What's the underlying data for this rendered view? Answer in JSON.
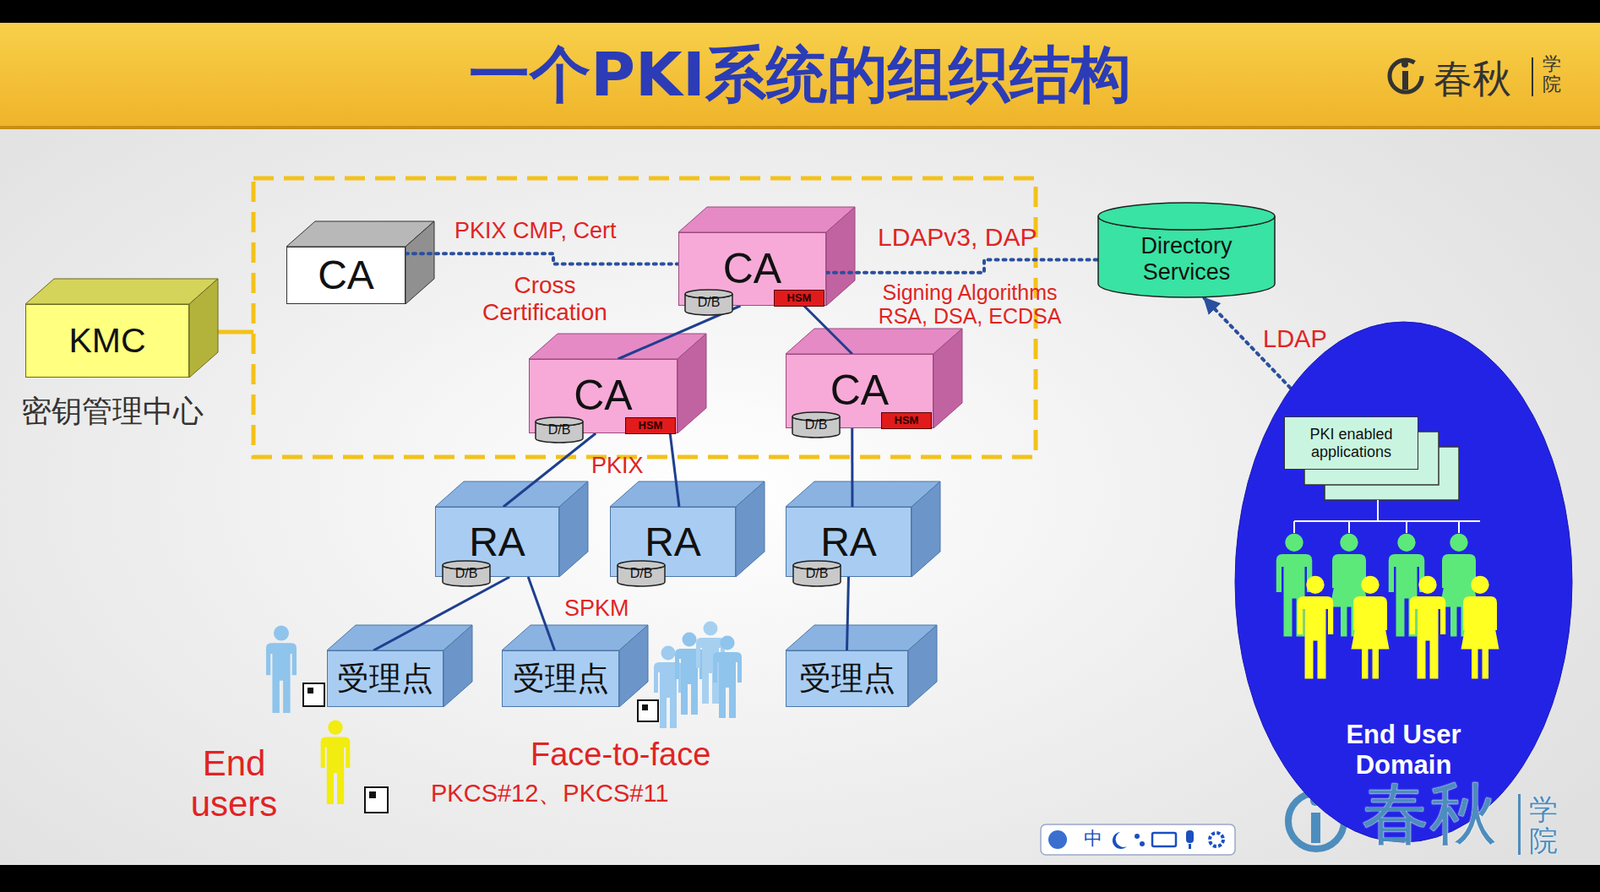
{
  "diagram": {
    "title": "一个PKI系统的组织结构",
    "nodes": [
      {
        "text": [
          "KMC",
          "密钥管理中心"
        ]
      },
      {
        "text": [
          "CA"
        ]
      },
      {
        "text": [
          "CA"
        ]
      },
      {
        "text": [
          "D/B"
        ],
        "in": 2
      },
      {
        "text": [
          "HSM"
        ],
        "in": 2
      },
      {
        "text": [
          "Directory Services"
        ]
      },
      {
        "text": [
          "CA"
        ]
      },
      {
        "text": [
          "D/B"
        ],
        "in": 6
      },
      {
        "text": [
          "HSM"
        ],
        "in": 6
      },
      {
        "text": [
          "CA"
        ]
      },
      {
        "text": [
          "D/B"
        ],
        "in": 9
      },
      {
        "text": [
          "HSM"
        ],
        "in": 9
      },
      {
        "text": [
          "RA"
        ]
      },
      {
        "text": [
          "D/B"
        ],
        "in": 12
      },
      {
        "text": [
          "RA"
        ]
      },
      {
        "text": [
          "D/B"
        ],
        "in": 14
      },
      {
        "text": [
          "RA"
        ]
      },
      {
        "text": [
          "D/B"
        ],
        "in": 16
      },
      {
        "text": [
          "受理点"
        ]
      },
      {
        "text": [
          "受理点"
        ]
      },
      {
        "text": [
          "受理点"
        ]
      },
      {
        "text": [
          "End User Domain"
        ]
      },
      {
        "text": [
          "PKI enabled applications"
        ],
        "in": 21
      }
    ],
    "edges": [
      {
        "from": 1,
        "to": 2,
        "label": "PKIX CMP, Cert",
        "arrow": "none"
      },
      {
        "from": 2,
        "to": 5,
        "label": "LDAPv3, DAP",
        "arrow": "none"
      },
      {
        "from": 5,
        "to": 22,
        "label": "LDAP",
        "arrow": "both"
      },
      {
        "from": 2,
        "to": 6,
        "arrow": "none"
      },
      {
        "from": 2,
        "to": 9,
        "arrow": "none"
      },
      {
        "from": 6,
        "to": 12,
        "arrow": "none"
      },
      {
        "from": 6,
        "to": 14,
        "label": "PKIX",
        "arrow": "none"
      },
      {
        "from": 9,
        "to": 16,
        "arrow": "none"
      },
      {
        "from": 12,
        "to": 18,
        "arrow": "none"
      },
      {
        "from": 12,
        "to": 19,
        "label": "SPKM",
        "arrow": "none"
      },
      {
        "from": 16,
        "to": 20,
        "arrow": "none"
      }
    ],
    "labels": [
      "Cross Certification",
      "Signing Algorithms RSA, DSA, ECDSA",
      "End users",
      "Face-to-face",
      "PKCS#12、PKCS#11",
      "春秋",
      "学院",
      "中",
      "春秋",
      "学院"
    ]
  }
}
